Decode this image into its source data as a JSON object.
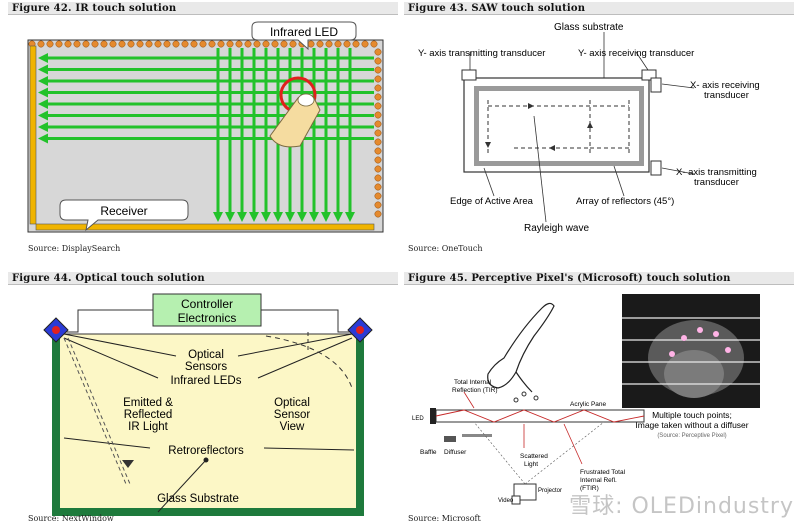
{
  "fig42": {
    "caption": "Figure 42. IR touch solution",
    "source": "Source: DisplaySearch",
    "label_led": "Infrared LED",
    "label_receiver": "Receiver"
  },
  "fig43": {
    "caption": "Figure 43. SAW touch solution",
    "source": "Source: OneTouch",
    "labels": {
      "glass": "Glass substrate",
      "y_tx": "Y- axis transmitting transducer",
      "y_rx": "Y- axis receiving transducer",
      "x_rx_1": "X- axis receiving",
      "x_rx_2": "transducer",
      "x_tx_1": "X- axis transmitting",
      "x_tx_2": "transducer",
      "edge": "Edge of Active Area",
      "array": "Array of reflectors (45°)",
      "rayleigh": "Rayleigh wave"
    }
  },
  "fig44": {
    "caption": "Figure 44. Optical touch solution",
    "source": "Source: NextWindow",
    "labels": {
      "controller_1": "Controller",
      "controller_2": "Electronics",
      "optical_sensors_1": "Optical",
      "optical_sensors_2": "Sensors",
      "ir_leds": "Infrared LEDs",
      "emitted_1": "Emitted &",
      "emitted_2": "Reflected",
      "emitted_3": "IR Light",
      "view_1": "Optical",
      "view_2": "Sensor",
      "view_3": "View",
      "retro": "Retroreflectors",
      "glass": "Glass Substrate"
    }
  },
  "fig45": {
    "caption": "Figure 45. Perceptive Pixel's (Microsoft) touch solution",
    "source": "Source: Microsoft",
    "labels": {
      "tir_1": "Total Internal",
      "tir_2": "Reflection (TIR)",
      "acrylic": "Acrylic Pane",
      "led": "LED",
      "baffle": "Baffle",
      "diffuser": "Diffuser",
      "scattered_1": "Scattered",
      "scattered_2": "Light",
      "ftir_1": "Frustrated Total",
      "ftir_2": "Internal Refl.",
      "ftir_3": "(FTIR)",
      "projector": "Projector",
      "video": "Video",
      "caption_1": "Multiple touch points;",
      "caption_2": "Image taken without a diffuser",
      "caption_3": "(Source: Perceptive Pixel)"
    }
  },
  "watermark": "雪球: OLEDindustry"
}
